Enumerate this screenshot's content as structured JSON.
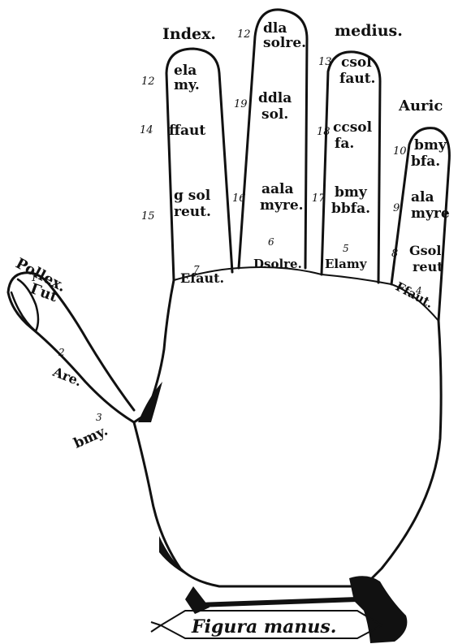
{
  "colors": {
    "ink": "#111111",
    "paper": "#ffffff"
  },
  "fingers": {
    "index_label": "Index.",
    "medius_label": "medius.",
    "auricularis_label": "Auric",
    "pollex_label": "Pollex."
  },
  "notes": {
    "index_top": [
      "ela",
      "my."
    ],
    "index_mid": "ffaut",
    "index_low": [
      "g sol",
      "reut."
    ],
    "index_base": "Efaut.",
    "medius_top": [
      "dla",
      "solre."
    ],
    "medius_mid": [
      "ddla",
      "sol."
    ],
    "medius_low": [
      "aala",
      "myre."
    ],
    "medius_base": "Dsolre.",
    "ring_top": [
      "csol",
      "faut."
    ],
    "ring_mid": [
      "ccsol",
      "fa."
    ],
    "ring_low": [
      "bmy",
      "bbfa."
    ],
    "ring_base": "Elamy",
    "little_top": [
      "bmy",
      "bfa."
    ],
    "little_mid": [
      "ala",
      "myre"
    ],
    "little_low": [
      "Gsol",
      "reut"
    ],
    "little_base": "Ffaut.",
    "thumb_1": "Γut",
    "thumb_2": "Are.",
    "thumb_3": "bmy."
  },
  "numbers": {
    "n12a": "12",
    "n12b": "12",
    "n13": "13",
    "n14": "14",
    "n15": "15",
    "n16": "16",
    "n17": "17",
    "n18": "18",
    "n19": "19",
    "n10": "10",
    "n9": "9",
    "n8": "8",
    "n7": "7",
    "n6": "6",
    "n5": "5",
    "n4": "4",
    "n3": "3",
    "n2": "2",
    "n1": "1"
  },
  "caption": "Figura manus."
}
